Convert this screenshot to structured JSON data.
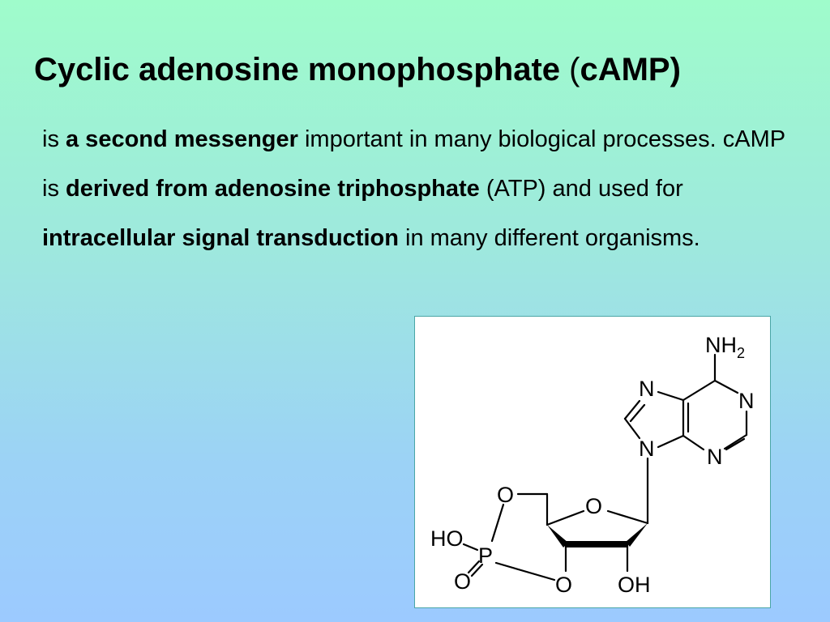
{
  "slide": {
    "title_main": "Cyclic adenosine monophosphate ",
    "title_open_paren": "(",
    "title_abbrev": "cAMP)",
    "paragraph": {
      "t1": "is ",
      "b1": "a second messenger",
      "t2": " important in many biological processes. cAMP is ",
      "b2": "derived from adenosine triphosphate",
      "t3": " (ATP) and used for ",
      "b3": "intracellular signal transduction",
      "t4": " in many different organisms."
    }
  },
  "molecule": {
    "atoms": {
      "nh": "NH",
      "nh_sub": "2",
      "n7": "N",
      "n1": "N",
      "n9": "N",
      "n3": "N",
      "o_ring": "O",
      "o_ch2": "O",
      "ho": "HO",
      "p": "P",
      "o_double": "O",
      "o_bridge": "O",
      "oh": "OH"
    }
  }
}
